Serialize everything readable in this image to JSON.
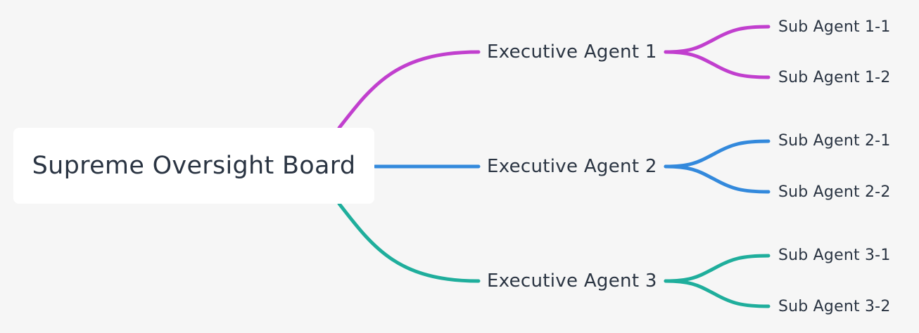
{
  "diagram": {
    "root": {
      "label": "Supreme Oversight Board"
    },
    "branches": [
      {
        "label": "Executive Agent 1",
        "color": "#c13fce",
        "children": [
          {
            "label": "Sub Agent 1-1"
          },
          {
            "label": "Sub Agent 1-2"
          }
        ]
      },
      {
        "label": "Executive Agent 2",
        "color": "#3389dc",
        "children": [
          {
            "label": "Sub Agent 2-1"
          },
          {
            "label": "Sub Agent 2-2"
          }
        ]
      },
      {
        "label": "Executive Agent 3",
        "color": "#1fae9c",
        "children": [
          {
            "label": "Sub Agent 3-1"
          },
          {
            "label": "Sub Agent 3-2"
          }
        ]
      }
    ]
  }
}
